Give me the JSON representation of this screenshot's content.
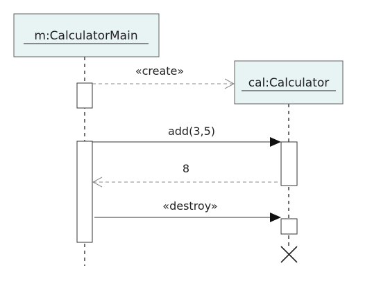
{
  "objects": {
    "main": {
      "name": "m:CalculatorMain"
    },
    "calc": {
      "name": "cal:Calculator"
    }
  },
  "messages": {
    "create": {
      "label": "«create»",
      "kind": "dashed-open-arrow"
    },
    "add": {
      "label": "add(3,5)",
      "kind": "solid-filled-arrow"
    },
    "return": {
      "label": "8",
      "kind": "dashed-open-arrow"
    },
    "destroy": {
      "label": "«destroy»",
      "kind": "solid-filled-arrow"
    }
  },
  "colors": {
    "object_fill": "#e8f4f4",
    "line": "#333333",
    "dashed_line": "#8a8a8a"
  }
}
